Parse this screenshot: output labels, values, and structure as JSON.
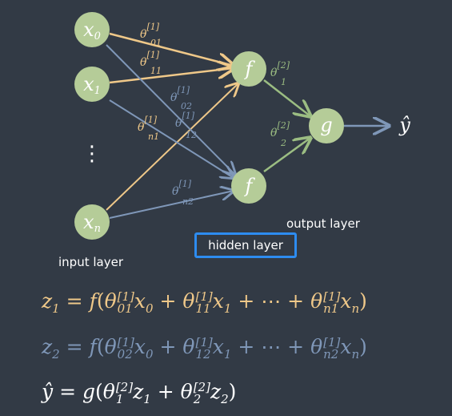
{
  "colors": {
    "background": "#323a45",
    "node_fill": "#b5cc98",
    "orange": "#efc889",
    "blue": "#7f97b8",
    "green": "#9bbd82",
    "box_border": "#2d8cf0"
  },
  "nodes": {
    "x0": {
      "base": "x",
      "sub": "0"
    },
    "x1": {
      "base": "x",
      "sub": "1"
    },
    "xn": {
      "base": "x",
      "sub": "n"
    },
    "vdots": "⋮",
    "f1": "f",
    "f2": "f",
    "g": "g",
    "yhat": "ŷ"
  },
  "weights": {
    "t01": {
      "sym": "θ",
      "sup": "[1]",
      "sub": "01"
    },
    "t11": {
      "sym": "θ",
      "sup": "[1]",
      "sub": "11"
    },
    "t02": {
      "sym": "θ",
      "sup": "[1]",
      "sub": "02"
    },
    "tn1": {
      "sym": "θ",
      "sup": "[1]",
      "sub": "n1"
    },
    "t12": {
      "sym": "θ",
      "sup": "[1]",
      "sub": "12"
    },
    "tn2": {
      "sym": "θ",
      "sup": "[1]",
      "sub": "n2"
    },
    "t1": {
      "sym": "θ",
      "sup": "[2]",
      "sub": "1"
    },
    "t2": {
      "sym": "θ",
      "sup": "[2]",
      "sub": "2"
    }
  },
  "labels": {
    "input_layer": "input layer",
    "hidden_layer": "hidden layer",
    "output_layer": "output layer"
  },
  "equations": {
    "eq1": {
      "lhs": "z",
      "lhs_sub": "1",
      "fn": "f",
      "input_indices": [
        "0",
        "1",
        "n"
      ],
      "weight_sup": "[1]",
      "weight_subs": [
        "01",
        "11",
        "n1"
      ],
      "dots": "⋯"
    },
    "eq2": {
      "lhs": "z",
      "lhs_sub": "2",
      "fn": "f",
      "input_indices": [
        "0",
        "1",
        "n"
      ],
      "weight_sup": "[1]",
      "weight_subs": [
        "02",
        "12",
        "n2"
      ],
      "dots": "⋯"
    },
    "eq3": {
      "lhs": "ŷ",
      "fn": "g",
      "weight_sup": "[2]",
      "weight_subs": [
        "1",
        "2"
      ],
      "z_subs": [
        "1",
        "2"
      ]
    }
  }
}
